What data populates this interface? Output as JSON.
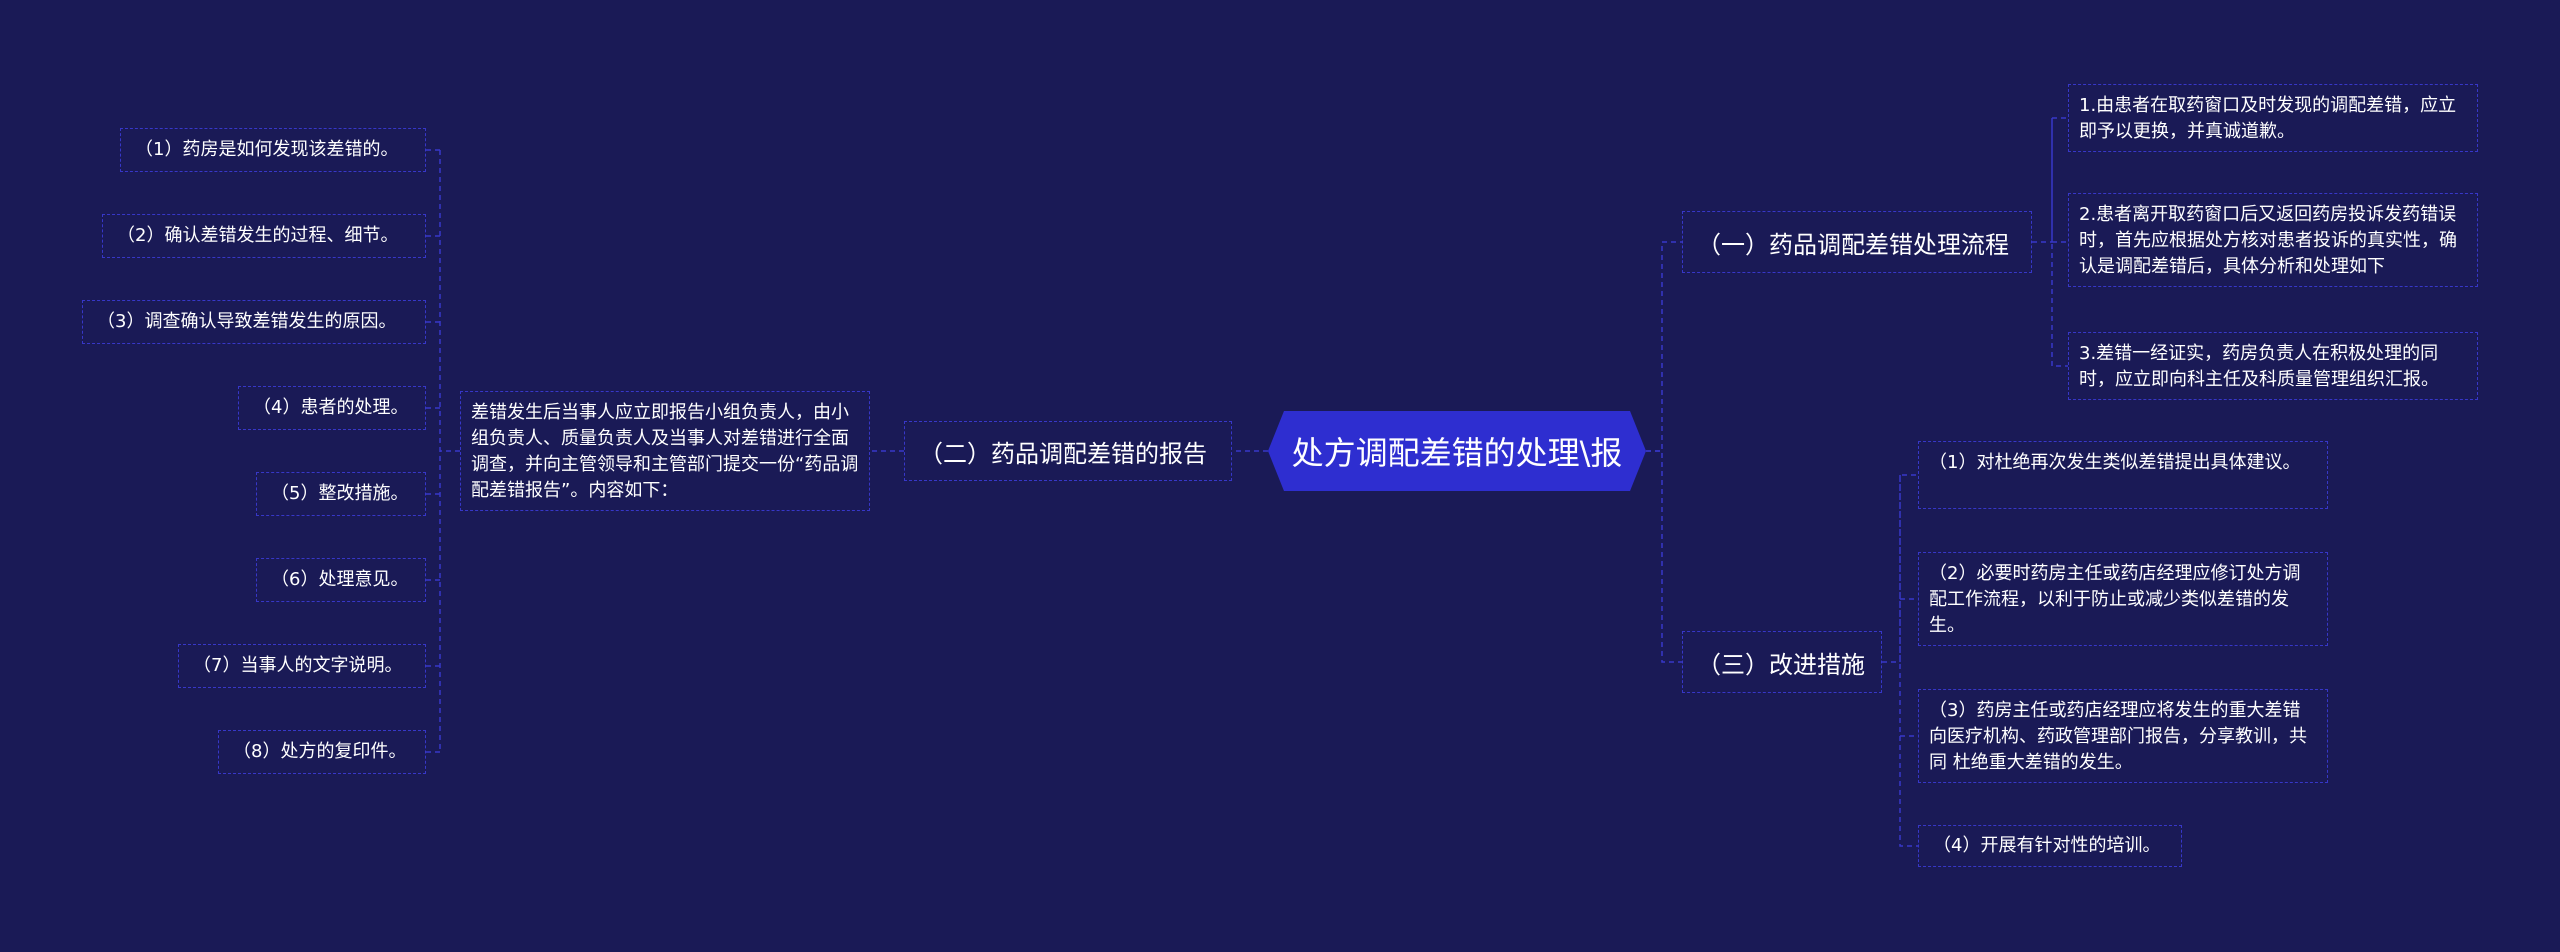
{
  "colors": {
    "background": "#1a1a56",
    "accent": "#2e2ed0",
    "border": "#3737c8",
    "text": "#ffffff"
  },
  "root": {
    "label": "处方调配差错的处理\\报"
  },
  "branch1": {
    "label": "（一）药品调配差错处理流程",
    "items": [
      "1.由患者在取药窗口及时发现的调配差错，应立即予以更换，并真诚道歉。",
      "2.患者离开取药窗口后又返回药房投诉发药错误时，首先应根据处方核对患者投诉的真实性，确认是调配差错后，具体分析和处理如下",
      "3.差错一经证实，药房负责人在积极处理的同时，应立即向科主任及科质量管理组织汇报。"
    ]
  },
  "branch2": {
    "label": "（二）药品调配差错的报告",
    "detail": "差错发生后当事人应立即报告小组负责人，由小组负责人、质量负责人及当事人对差错进行全面调查，并向主管领导和主管部门提交一份“药品调配差错报告”。内容如下：",
    "items": [
      "（1）药房是如何发现该差错的。",
      "（2）确认差错发生的过程、细节。",
      "（3）调查确认导致差错发生的原因。",
      "（4）患者的处理。",
      "（5）整改措施。",
      "（6）处理意见。",
      "（7）当事人的文字说明。",
      "（8）处方的复印件。"
    ]
  },
  "branch3": {
    "label": "（三）改进措施",
    "items": [
      "（1）对杜绝再次发生类似差错提出具体建议。",
      "（2）必要时药房主任或药店经理应修订处方调配工作流程，以利于防止或减少类似差错的发生。",
      "（3）药房主任或药店经理应将发生的重大差错向医疗机构、药政管理部门报告，分享教训，共同 杜绝重大差错的发生。",
      "（4）开展有针对性的培训。"
    ]
  }
}
